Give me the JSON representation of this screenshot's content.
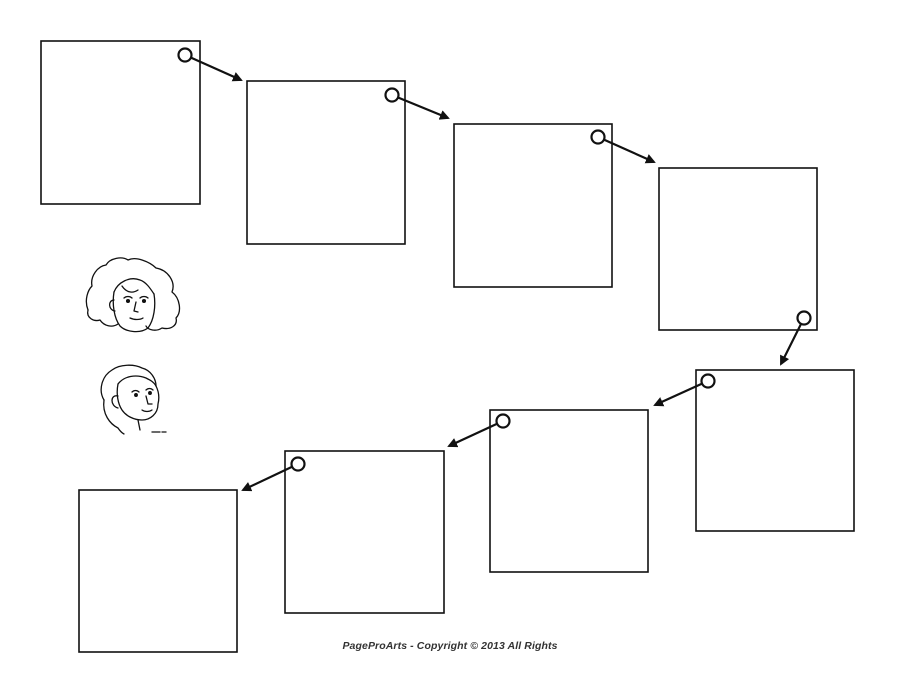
{
  "footer": {
    "copyright": "PageProArts - Copyright © 2013 All Rights"
  },
  "diagram": {
    "type": "sequence-flow",
    "box_count": 8,
    "connector_count": 7,
    "characters": [
      "girl-face-icon",
      "boy-face-icon"
    ]
  },
  "colors": {
    "line": "#111111",
    "background": "#ffffff"
  }
}
